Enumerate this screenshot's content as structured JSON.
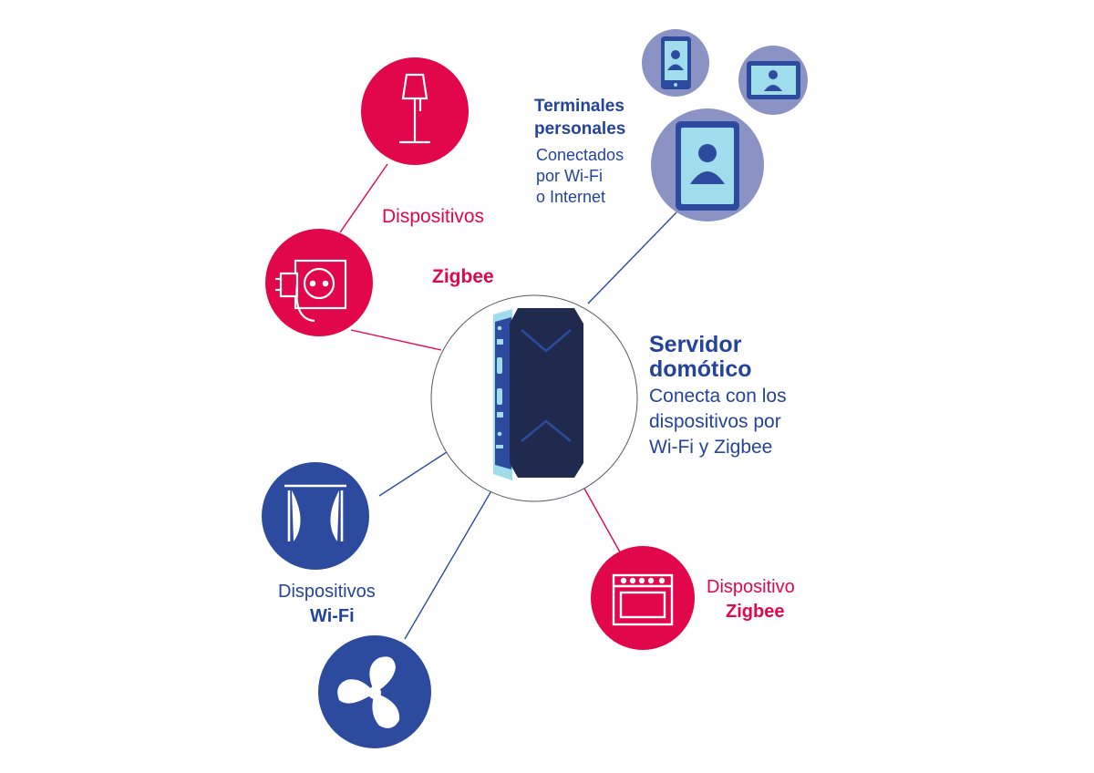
{
  "colors": {
    "pink": "#e2064a",
    "blue": "#2d4b9e",
    "navy": "#1f3a8a",
    "lavender": "#8a93c4",
    "light_blue": "#9fdcec",
    "device_dark": "#202a4f"
  },
  "labels": {
    "zigbee_devices_word": "Dispositivos",
    "zigbee_word": "Zigbee",
    "wifi_devices_line1": "Dispositivos",
    "wifi_devices_line2": "Wi-Fi",
    "zigbee_device_line1": "Dispositivo",
    "zigbee_device_line2": "Zigbee",
    "terminals_title_line1": "Terminales",
    "terminals_title_line2": "personales",
    "terminals_desc_line1": "Conectados",
    "terminals_desc_line2": "por Wi-Fi",
    "terminals_desc_line3": "o Internet",
    "server_title_line1": "Servidor",
    "server_title_line2": "domótico",
    "server_desc_line1": "Conecta con los",
    "server_desc_line2": "dispositivos por",
    "server_desc_line3": "Wi-Fi y Zigbee"
  },
  "icons": {
    "lamp": "floor-lamp-icon",
    "plug": "smart-plug-icon",
    "curtain": "curtain-icon",
    "fan": "fan-icon",
    "oven": "oven-icon",
    "phone_small": "smartphone-icon",
    "tablet_small": "tablet-icon",
    "phone_large": "smartphone-icon",
    "hub": "home-server-icon"
  }
}
